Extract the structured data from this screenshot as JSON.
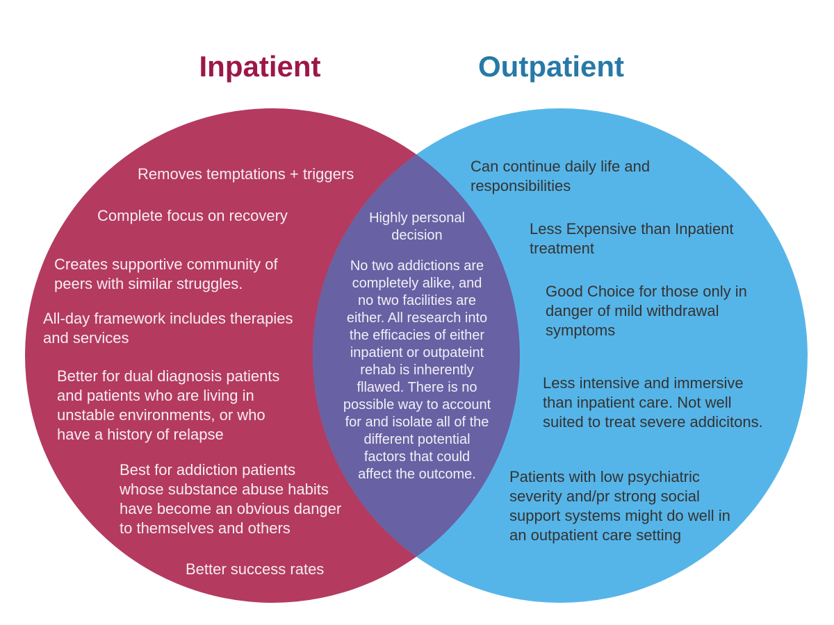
{
  "diagram": {
    "type": "venn",
    "left": {
      "title": "Inpatient",
      "title_color": "#9c1748",
      "circle_color": "#b43a60",
      "text_color": "#f6edf2",
      "items": [
        "Removes temptations + triggers",
        "Complete focus on recovery",
        "Creates supportive community of\npeers with similar struggles.",
        "All-day framework includes therapies\nand services",
        "Better for dual diagnosis patients\nand patients who are living in\nunstable environments, or who\nhave a history of relapse",
        "Best for addiction patients\nwhose substance abuse habits\nhave become an obvious danger\nto themselves and others",
        "Better success rates"
      ]
    },
    "overlap": {
      "circle_color": "#6861a3",
      "text_color": "#f2eff7",
      "items": [
        "Highly personal\ndecision",
        "No two addictions are\ncompletely alike, and\nno two facilities are\neither. All research into\nthe efficacies of either\ninpatient or outpateint\nrehab is inherently\nfllawed. There is no\npossible way to account\nfor and isolate all of the\ndifferent potential\nfactors that could\naffect the outcome."
      ]
    },
    "right": {
      "title": "Outpatient",
      "title_color": "#2779a7",
      "circle_color": "#56b5e8",
      "text_color": "#333333",
      "items": [
        "Can continue daily life and\nresponsibilities",
        "Less Expensive than Inpatient\ntreatment",
        "Good Choice for those only in\ndanger of mild withdrawal\nsymptoms",
        "Less intensive and immersive\nthan inpatient care. Not well\nsuited to treat severe addicitons.",
        "Patients with low psychiatric\nseverity and/pr strong social\nsupport systems might do well in\nan outpatient care setting"
      ]
    }
  }
}
